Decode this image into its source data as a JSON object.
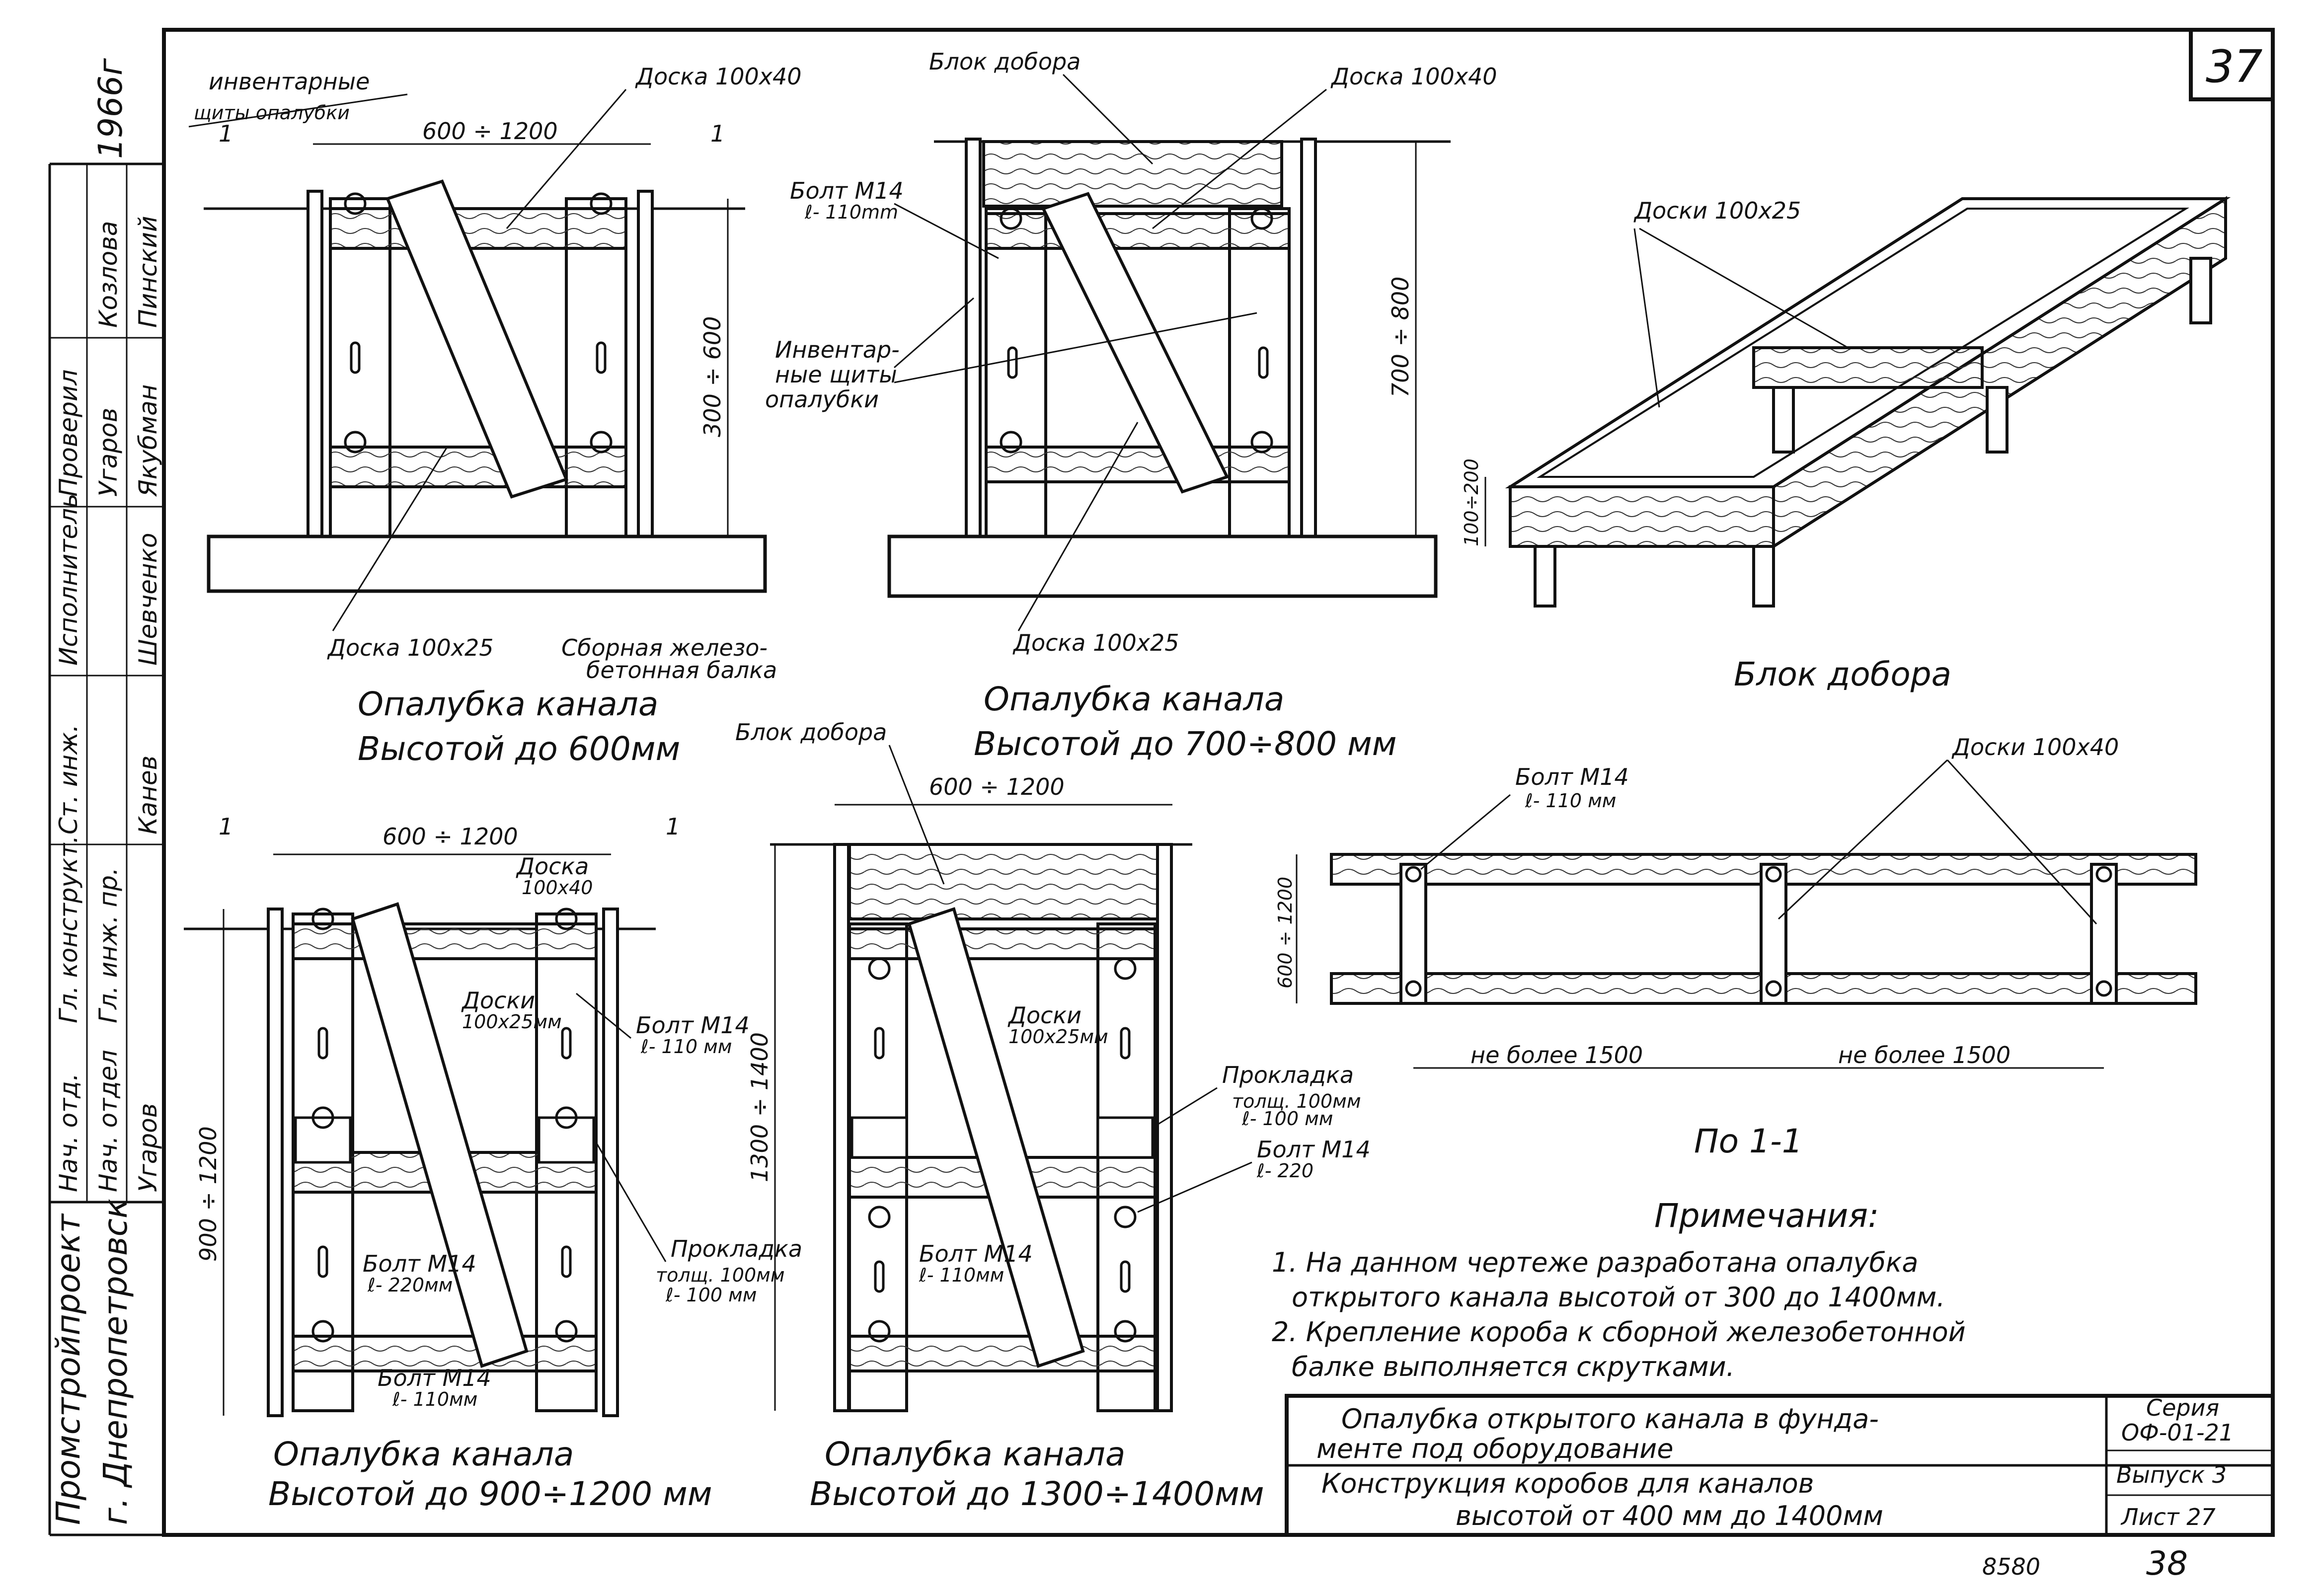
{
  "sheet": {
    "number_box": "37",
    "bottom_page": "38",
    "bottom_code": "8580",
    "year": "1966г"
  },
  "drawings": {
    "d1": {
      "caption_1": "Опалубка канала",
      "caption_2": "Высотой до 600мм",
      "width_dim": "600 ÷ 1200",
      "height_dim": "300 ÷ 600",
      "label_shields": "инвентарные",
      "label_shields_2": "щиты опалубки",
      "label_board_top": "Доска 100x40",
      "label_board_diag": "Доска 100x25",
      "label_beam_1": "Сборная железо-",
      "label_beam_2": "бетонная балка",
      "section_mark": "1"
    },
    "d2": {
      "caption_1": "Опалубка канала",
      "caption_2": "Высотой до 700÷800 мм",
      "height_dim": "700 ÷ 800",
      "label_block": "Блок добора",
      "label_board_top": "Доска 100x40",
      "label_bolt_1": "Болт М14",
      "label_bolt_2": "ℓ- 110mm",
      "label_shields_1": "Инвентар-",
      "label_shields_2": "ные щиты",
      "label_shields_3": "опалубки",
      "label_board_diag": "Доска 100x25"
    },
    "d3": {
      "title": "Блок добора",
      "label_boards": "Доски 100x25",
      "height_dim": "100÷200"
    },
    "d4": {
      "caption_1": "Опалубка канала",
      "caption_2": "Высотой до 900÷1200 мм",
      "width_dim": "600 ÷ 1200",
      "height_dim": "900 ÷ 1200",
      "label_board": "Доска",
      "label_board_2": "100x40",
      "label_boards": "Доски",
      "label_boards_2": "100x25мм",
      "label_bolt_a": "Болт М14",
      "label_bolt_a2": "ℓ- 110 мм",
      "label_bolt_b": "Болт М14",
      "label_bolt_b2": "ℓ- 220мм",
      "label_bolt_c": "Болт М14",
      "label_bolt_c2": "ℓ- 110мм",
      "label_pad_1": "Прокладка",
      "label_pad_2": "толщ. 100мм",
      "label_pad_3": "ℓ- 100 мм",
      "section_mark": "1"
    },
    "d5": {
      "caption_1": "Опалубка канала",
      "caption_2": "Высотой до 1300÷1400мм",
      "label_block": "Блок добора",
      "width_dim": "600 ÷ 1200",
      "height_dim": "1300 ÷ 1400",
      "label_boards": "Доски",
      "label_boards_2": "100x25мм",
      "label_bolt": "Болт М14",
      "label_bolt_2": "ℓ- 110мм",
      "label_pad_1": "Прокладка",
      "label_pad_2": "толщ. 100мм",
      "label_pad_3": "ℓ- 100 мм",
      "label_bolt_b": "Болт М14",
      "label_bolt_b2": "ℓ- 220"
    },
    "d6": {
      "title": "По 1-1",
      "label_bolt": "Болт М14",
      "label_bolt_2": "ℓ- 110 мм",
      "label_boards": "Доски 100x40",
      "height_dim": "600 ÷ 1200",
      "span_1": "не более 1500",
      "span_2": "не более 1500"
    }
  },
  "notes": {
    "heading": "Примечания:",
    "line_1": "1. На данном чертеже разработана опалубка",
    "line_2": "открытого канала высотой от 300 до 1400мм.",
    "line_3": "2. Крепление короба к сборной железобетонной",
    "line_4": "балке выполняется скрутками."
  },
  "title_block": {
    "title_1": "Опалубка открытого канала в фунда-",
    "title_2": "менте под оборудование",
    "subtitle_1": "Конструкция коробов для каналов",
    "subtitle_2": "высотой от 400 мм до 1400мм",
    "series_label": "Серия",
    "series_value": "ОФ-01-21",
    "issue": "Выпуск 3",
    "sheet": "Лист 27"
  },
  "stamp": {
    "org_1": "Промстройпроект",
    "org_2": "г. Днепропетровск",
    "roles": [
      "Нач. отд.",
      "Гл. конструкт.",
      "Нач. отдел",
      "Гл. инж. пр.",
      "Ст. инж.",
      "Исполнитель",
      "Проверил"
    ],
    "names": [
      "Канев",
      "Шевченко",
      "Якубман",
      "Пинский",
      "Угаров",
      "Козлова",
      "Угаров"
    ]
  }
}
